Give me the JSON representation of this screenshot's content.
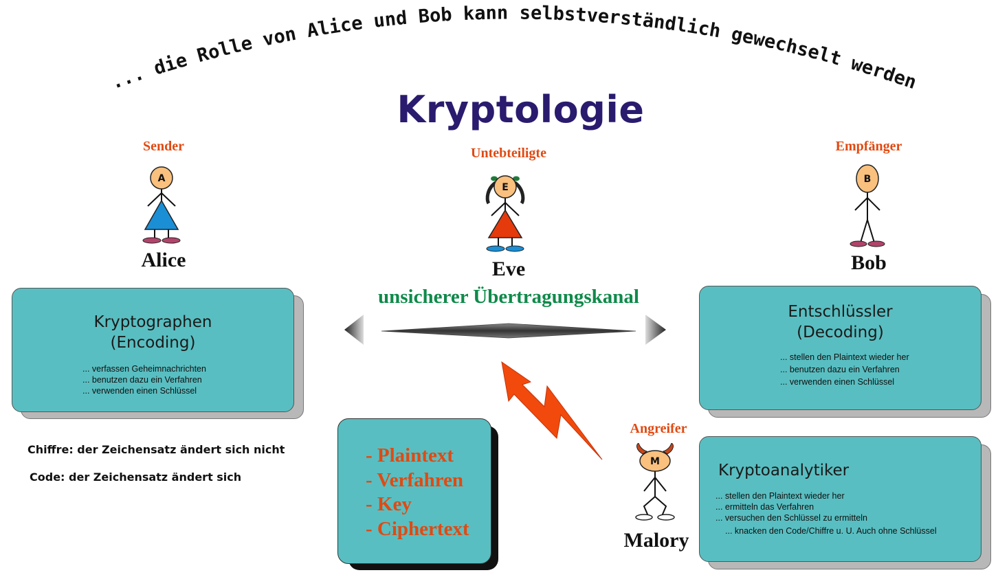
{
  "arc_text": "... die Rolle von Alice und Bob kann selbstverständlich gewechselt werden",
  "title": "Kryptologie",
  "roles": {
    "sender": "Sender",
    "bystander": "Untebteiligte",
    "receiver": "Empfänger",
    "attacker": "Angreifer"
  },
  "names": {
    "alice": "Alice",
    "eve": "Eve",
    "bob": "Bob",
    "malory": "Malory"
  },
  "badges": {
    "alice": "A",
    "eve": "E",
    "bob": "B",
    "malory": "M"
  },
  "channel_label": "unsicherer Übertragungskanal",
  "encoding_box": {
    "title_line1": "Kryptographen",
    "title_line2": "(Encoding)",
    "bullets": [
      "... verfassen Geheimnachrichten",
      "... benutzen dazu ein Verfahren",
      "... verwenden einen Schlüssel"
    ]
  },
  "decoding_box": {
    "title_line1": "Entschlüssler",
    "title_line2": "(Decoding)",
    "bullets": [
      "... stellen den Plaintext wieder her",
      "... benutzen dazu ein Verfahren",
      "... verwenden einen Schlüssel"
    ]
  },
  "analysis_box": {
    "title": "Kryptoanalytiker",
    "bullets": [
      "... stellen den Plaintext wieder her",
      "... ermitteln das Verfahren",
      "... versuchen den Schlüssel zu ermitteln",
      "... knacken den Code/Chiffre u. U. Auch ohne Schlüssel"
    ]
  },
  "notes": {
    "cipher": "Chiffre: der Zeichensatz ändert sich nicht",
    "code": "Code: der Zeichensatz ändert sich"
  },
  "center_list": [
    "- Plaintext",
    "- Verfahren",
    "- Key",
    "- Ciphertext"
  ],
  "colors": {
    "title": "#2a1b6e",
    "role": "#e04a12",
    "channel": "#0f8a4a",
    "box": "#59bec1",
    "alice_dress": "#1a8fd6",
    "eve_dress": "#e53a0c",
    "face": "#f9c07e",
    "lightning": "#f24a0c"
  }
}
